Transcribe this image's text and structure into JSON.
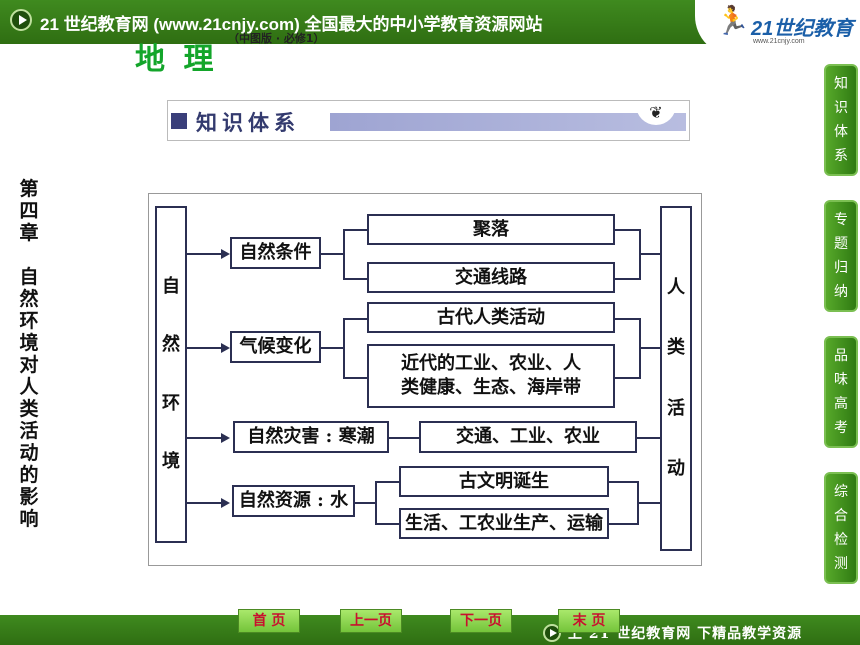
{
  "header": {
    "site_text": "21 世纪教育网 (www.21cnjy.com)  全国最大的中小学教育资源网站",
    "logo_text": "21世纪教育",
    "logo_url": "www.21cnjy.com"
  },
  "subject": {
    "title": "地 理",
    "edition": "（中图版 · 必修1）"
  },
  "section": {
    "title": "知识体系"
  },
  "chapter": {
    "title_chars": [
      "第",
      "四",
      "章",
      "",
      "自",
      "然",
      "环",
      "境",
      "对",
      "人",
      "类",
      "活",
      "动",
      "的",
      "影",
      "响"
    ]
  },
  "diagram": {
    "left_label": [
      "自",
      "然",
      "环",
      "境"
    ],
    "right_label": [
      "人",
      "类",
      "活",
      "动"
    ],
    "factors": [
      "自然条件",
      "气候变化",
      "自然灾害 : 寒潮",
      "自然资源 : 水"
    ],
    "outcomes": {
      "o1": "聚落",
      "o2": "交通线路",
      "o3": "古代人类活动",
      "o4a": "近代的工业、农业、人",
      "o4b": "类健康、生态、海岸带",
      "o5": "交通、工业、农业",
      "o6": "古文明诞生",
      "o7": "生活、工农业生产、运输"
    }
  },
  "side_nav": [
    {
      "label": [
        "知",
        "识",
        "体",
        "系"
      ]
    },
    {
      "label": [
        "专",
        "题",
        "归",
        "纳"
      ]
    },
    {
      "label": [
        "品",
        "味",
        "高",
        "考"
      ]
    },
    {
      "label": [
        "综",
        "合",
        "检",
        "测"
      ]
    }
  ],
  "bottom_nav": {
    "first": "首 页",
    "prev": "上一页",
    "next": "下一页",
    "last": "末 页"
  },
  "footer": {
    "text": "上 21 世纪教育网  下精品教学资源"
  },
  "colors": {
    "brand_green": "#2f6e12",
    "title_green": "#13a52a",
    "nav_text_red": "#c8102e",
    "diagram_ink": "#2b2f52"
  }
}
